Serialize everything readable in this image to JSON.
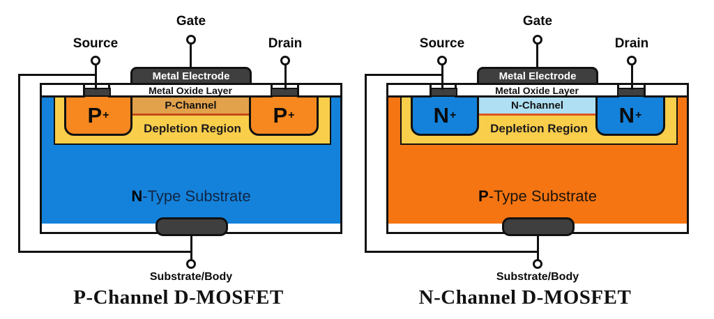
{
  "diagrams": [
    {
      "title": "P-Channel D-MOSFET",
      "terminals": {
        "gate": "Gate",
        "source": "Source",
        "drain": "Drain",
        "body": "Substrate/Body"
      },
      "layers": {
        "metal_electrode": "Metal Electrode",
        "metal_oxide": "Metal Oxide Layer",
        "channel": "P-Channel",
        "depletion": "Depletion Region"
      },
      "well_label": {
        "letter": "P",
        "sup": "+"
      },
      "substrate_label": {
        "prefix": "N",
        "rest": "-Type Substrate"
      },
      "colors": {
        "well": "#F6881F",
        "channel": "#E2A14B",
        "channel_edge": "#C74A18",
        "depletion": "#F8CE4B",
        "substrate": "#1482DA",
        "metal": "#3F3F3F",
        "substrate_text": "#112644"
      }
    },
    {
      "title": "N-Channel D-MOSFET",
      "terminals": {
        "gate": "Gate",
        "source": "Source",
        "drain": "Drain",
        "body": "Substrate/Body"
      },
      "layers": {
        "metal_electrode": "Metal Electrode",
        "metal_oxide": "Metal Oxide Layer",
        "channel": "N-Channel",
        "depletion": "Depletion Region"
      },
      "well_label": {
        "letter": "N",
        "sup": "+"
      },
      "substrate_label": {
        "prefix": "P",
        "rest": "-Type Substrate"
      },
      "colors": {
        "well": "#1482DA",
        "channel": "#AEDFF2",
        "channel_edge": "#DD5620",
        "depletion": "#F8CE4B",
        "substrate": "#F57513",
        "metal": "#3F3F3F",
        "substrate_text": "#1C140A"
      }
    }
  ]
}
